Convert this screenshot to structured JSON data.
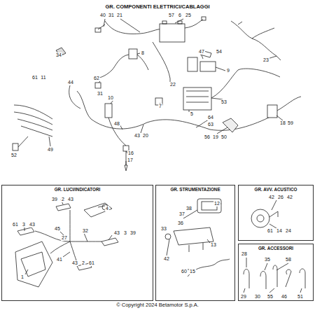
{
  "diagram": {
    "title": "GR. COMPONENTI ELETTRICI/CABLAGGI",
    "caption": "© Copyright 2024 Betamotor S.p.A.",
    "nodes": [
      {
        "text": [
          "GR. LUCI/INDICATORI"
        ]
      },
      {
        "text": [
          "GR. STRUMENTAZIONE"
        ]
      },
      {
        "text": [
          "GR. AVV. ACUSTICO"
        ]
      },
      {
        "text": [
          "GR. ACCESSORI"
        ]
      }
    ],
    "labels": [
      "40",
      "31",
      "21",
      "57",
      "6",
      "25",
      "34",
      "8",
      "23",
      "47",
      "54",
      "9",
      "61",
      "11",
      "44",
      "62",
      "31",
      "22",
      "7",
      "10",
      "5",
      "53",
      "64",
      "63",
      "48",
      "43",
      "20",
      "18",
      "59",
      "56",
      "19",
      "50",
      "16",
      "17",
      "52",
      "49",
      "39",
      "2",
      "43",
      "4",
      "61",
      "3",
      "43",
      "45",
      "27",
      "32",
      "43",
      "3",
      "39",
      "41",
      "43",
      "2",
      "61",
      "1",
      "12",
      "38",
      "37",
      "36",
      "33",
      "13",
      "42",
      "60",
      "15",
      "42",
      "26",
      "42",
      "61",
      "14",
      "24",
      "28",
      "35",
      "58",
      "29",
      "30",
      "55",
      "46",
      "51"
    ]
  }
}
